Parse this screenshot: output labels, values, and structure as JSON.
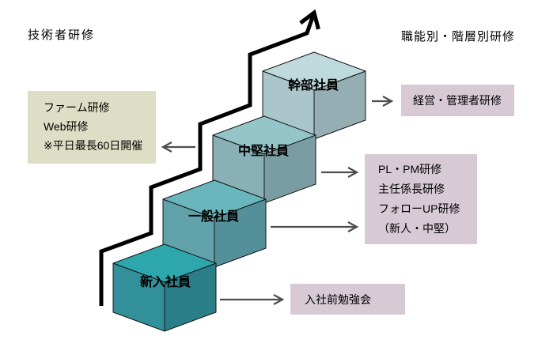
{
  "headers": {
    "left": "技術者研修",
    "right": "職能別・階層別研修"
  },
  "colors": {
    "background": "#ffffff",
    "ascent_arrow": "#000000",
    "connector_arrow": "#4d4d4d",
    "left_panel_bg": "#deddc5",
    "right_panel_bg": "#d7cad5",
    "text": "#000000"
  },
  "left_panel": {
    "lines": [
      "ファーム研修",
      "Web研修",
      "※平日最長60日開催"
    ]
  },
  "right_panels": {
    "management": {
      "lines": [
        "経営・管理者研修"
      ]
    },
    "middle": {
      "lines": [
        "PL・PM研修",
        "主任係長研修",
        "フォローUP研修",
        "（新人・中堅）"
      ]
    },
    "pre_entry": {
      "lines": [
        "入社前勉強会"
      ]
    }
  },
  "stairs": {
    "steps": [
      {
        "label": "新入社員",
        "top_color": "#2ea7ac",
        "left_color": "#32909a",
        "right_color": "#297e87"
      },
      {
        "label": "一般社員",
        "top_color": "#69b6bc",
        "left_color": "#61a1aa",
        "right_color": "#54909a"
      },
      {
        "label": "中堅社員",
        "top_color": "#94c5c9",
        "left_color": "#8ab0b7",
        "right_color": "#7a9ca3"
      },
      {
        "label": "幹部社員",
        "top_color": "#bedadd",
        "left_color": "#abc6ca",
        "right_color": "#94aeb4"
      }
    ]
  }
}
